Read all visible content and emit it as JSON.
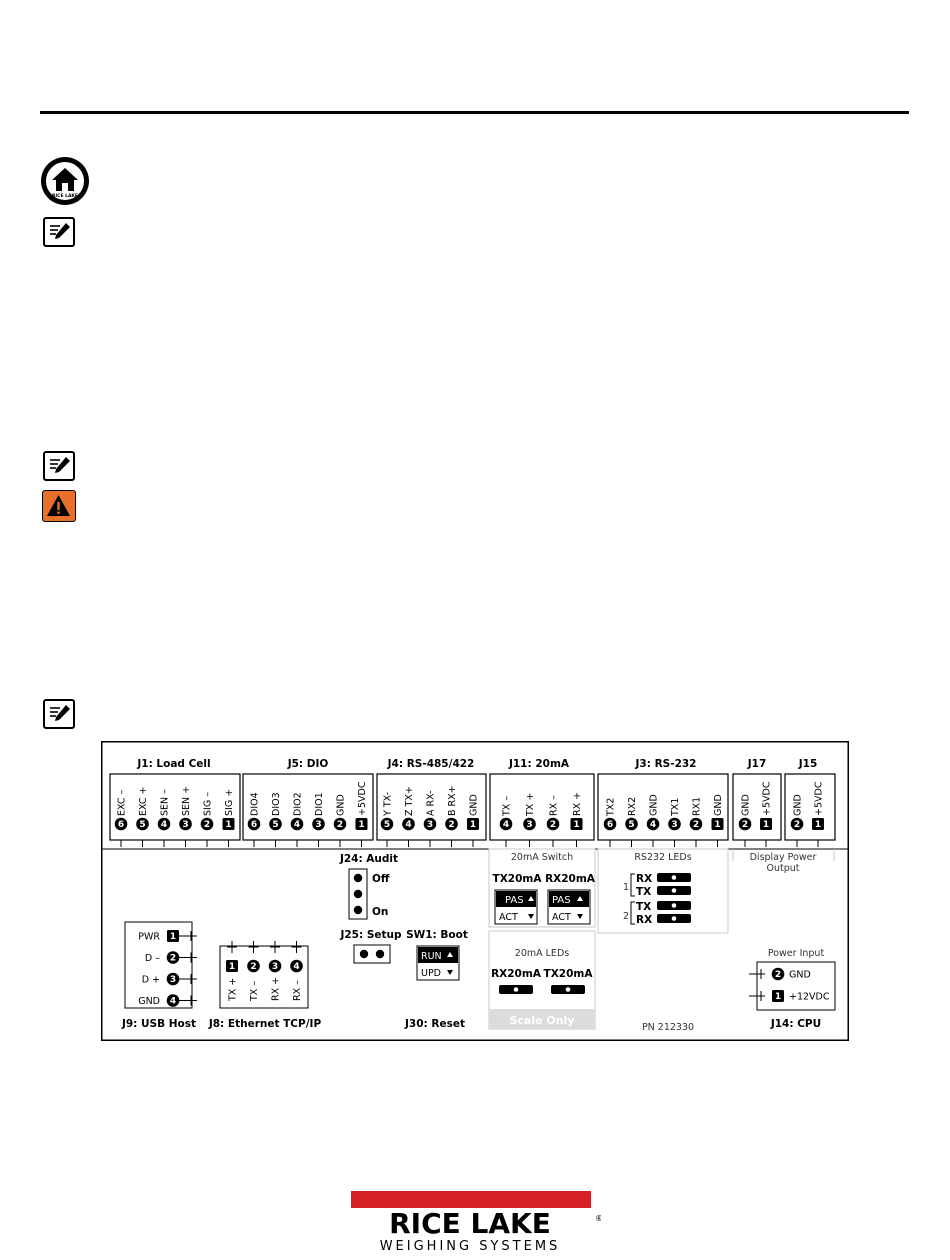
{
  "icons": {
    "home": "home-icon",
    "note": "note-icon",
    "warning": "warning-icon",
    "home_badge_text": "RICE LAKE"
  },
  "board": {
    "top_headers": {
      "j1": "J1: Load Cell",
      "j5": "J5: DIO",
      "j4": "J4: RS-485/422",
      "j11": "J11: 20mA",
      "j3": "J3: RS-232",
      "j17": "J17",
      "j15": "J15"
    },
    "j1_pins": [
      {
        "num": "6",
        "label": "EXC –"
      },
      {
        "num": "5",
        "label": "EXC +"
      },
      {
        "num": "4",
        "label": "SEN –"
      },
      {
        "num": "3",
        "label": "SEN +"
      },
      {
        "num": "2",
        "label": "SIG –"
      },
      {
        "num": "1",
        "label": "SIG +"
      }
    ],
    "j5_pins": [
      {
        "num": "6",
        "label": "DIO4"
      },
      {
        "num": "5",
        "label": "DIO3"
      },
      {
        "num": "4",
        "label": "DIO2"
      },
      {
        "num": "3",
        "label": "DIO1"
      },
      {
        "num": "2",
        "label": "GND"
      },
      {
        "num": "1",
        "label": "+5VDC"
      }
    ],
    "j4_pins": [
      {
        "num": "5",
        "label": "Y TX-"
      },
      {
        "num": "4",
        "label": "Z TX+"
      },
      {
        "num": "3",
        "label": "A RX-"
      },
      {
        "num": "2",
        "label": "B RX+"
      },
      {
        "num": "1",
        "label": "GND"
      }
    ],
    "j11_pins": [
      {
        "num": "4",
        "label": "TX –"
      },
      {
        "num": "3",
        "label": "TX +"
      },
      {
        "num": "2",
        "label": "RX –"
      },
      {
        "num": "1",
        "label": "RX +"
      }
    ],
    "j3_pins": [
      {
        "num": "6",
        "label": "TX2"
      },
      {
        "num": "5",
        "label": "RX2"
      },
      {
        "num": "4",
        "label": "GND"
      },
      {
        "num": "3",
        "label": "TX1"
      },
      {
        "num": "2",
        "label": "RX1"
      },
      {
        "num": "1",
        "label": "GND"
      }
    ],
    "j17_pins": [
      {
        "num": "2",
        "label": "GND"
      },
      {
        "num": "1",
        "label": "+5VDC"
      }
    ],
    "j15_pins": [
      {
        "num": "2",
        "label": "GND"
      },
      {
        "num": "1",
        "label": "+5VDC"
      }
    ],
    "switch_20ma": {
      "title": "20mA Switch",
      "tx_label": "TX20mA",
      "rx_label": "RX20mA",
      "pas": "PAS",
      "act": "ACT"
    },
    "leds_rs232": {
      "title": "RS232 LEDs",
      "group1": "1",
      "group2": "2",
      "rx": "RX",
      "tx": "TX"
    },
    "display_power": {
      "line1": "Display Power",
      "line2": "Output"
    },
    "audit": {
      "title": "J24: Audit",
      "off": "Off",
      "on": "On"
    },
    "setup": {
      "title": "J25: Setup"
    },
    "boot": {
      "title": "SW1: Boot",
      "run": "RUN",
      "upd": "UPD"
    },
    "leds_20ma": {
      "title": "20mA LEDs",
      "rx_label": "RX20mA",
      "tx_label": "TX20mA",
      "footer": "Scale Only"
    },
    "power_input": {
      "title": "Power Input",
      "pins": [
        {
          "num": "2",
          "label": "GND"
        },
        {
          "num": "1",
          "label": "+12VDC"
        }
      ],
      "footer": "J14: CPU"
    },
    "usb_host": {
      "pins": [
        {
          "num": "1",
          "label": "PWR"
        },
        {
          "num": "2",
          "label": "D –"
        },
        {
          "num": "3",
          "label": "D +"
        },
        {
          "num": "4",
          "label": "GND"
        }
      ],
      "footer": "J9: USB Host"
    },
    "ethernet": {
      "pins": [
        {
          "num": "1",
          "label": "TX +"
        },
        {
          "num": "2",
          "label": "TX –"
        },
        {
          "num": "3",
          "label": "RX +"
        },
        {
          "num": "4",
          "label": "RX –"
        }
      ],
      "footer": "J8: Ethernet TCP/IP"
    },
    "reset": "J30: Reset",
    "part_number": "PN 212330"
  },
  "logo": {
    "brand": "RICE LAKE",
    "reg": "®",
    "tagline": "WEIGHING SYSTEMS",
    "accent_color": "#d71f26"
  }
}
